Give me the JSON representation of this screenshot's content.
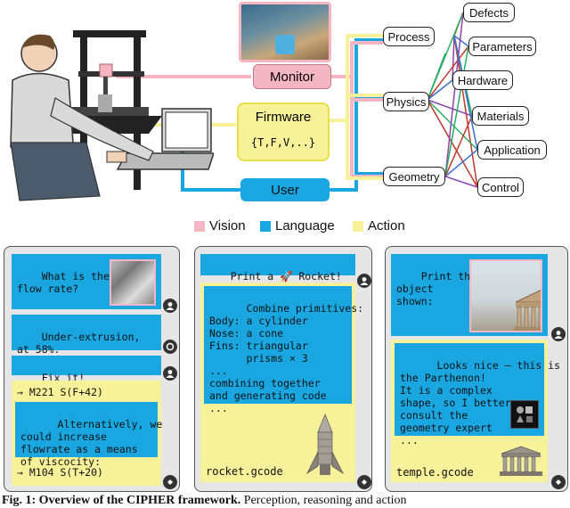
{
  "top": {
    "monitor_label": "Monitor",
    "firmware_label": "Firmware",
    "firmware_params": "{T,F,V,..}",
    "user_label": "User",
    "categories": [
      "Process",
      "Physics",
      "Geometry"
    ],
    "experts": [
      "Defects",
      "Parameters",
      "Hardware",
      "Materials",
      "Application",
      "Control"
    ]
  },
  "legend": {
    "vision": "Vision",
    "language": "Language",
    "action": "Action",
    "colors": {
      "vision": "#f4b6c2",
      "language": "#1aa7e1",
      "action": "#f7f29a"
    }
  },
  "panel1": {
    "q1": "What is the\nflow rate?",
    "a1": "Under-extrusion,\nat 58%.",
    "q2": "Fix it!",
    "cmd1": "→ M221 S(F+42)",
    "alt": "Alternatively, we\ncould increase\nflowrate as a means\nof viscocity:",
    "cmd2": "→ M104 S(T+20)"
  },
  "panel2": {
    "prompt": "Print a 🚀 Rocket!",
    "plan": "Combine primitives:\nBody: a cylinder\nNose: a cone\nFins: triangular\n      prisms × 3\n...\ncombining together\nand generating code\n...",
    "file": "rocket.gcode"
  },
  "panel3": {
    "prompt": "Print the\nobject\nshown:",
    "answer": "Looks nice – this is\nthe Parthenon!\nIt is a complex\nshape, so I better\nconsult the\ngeometry expert\n...",
    "file": "temple.gcode"
  },
  "caption": {
    "fig": "Fig. 1: Overview of the CIPHER framework.",
    "rest": "Perception, reasoning and action"
  }
}
